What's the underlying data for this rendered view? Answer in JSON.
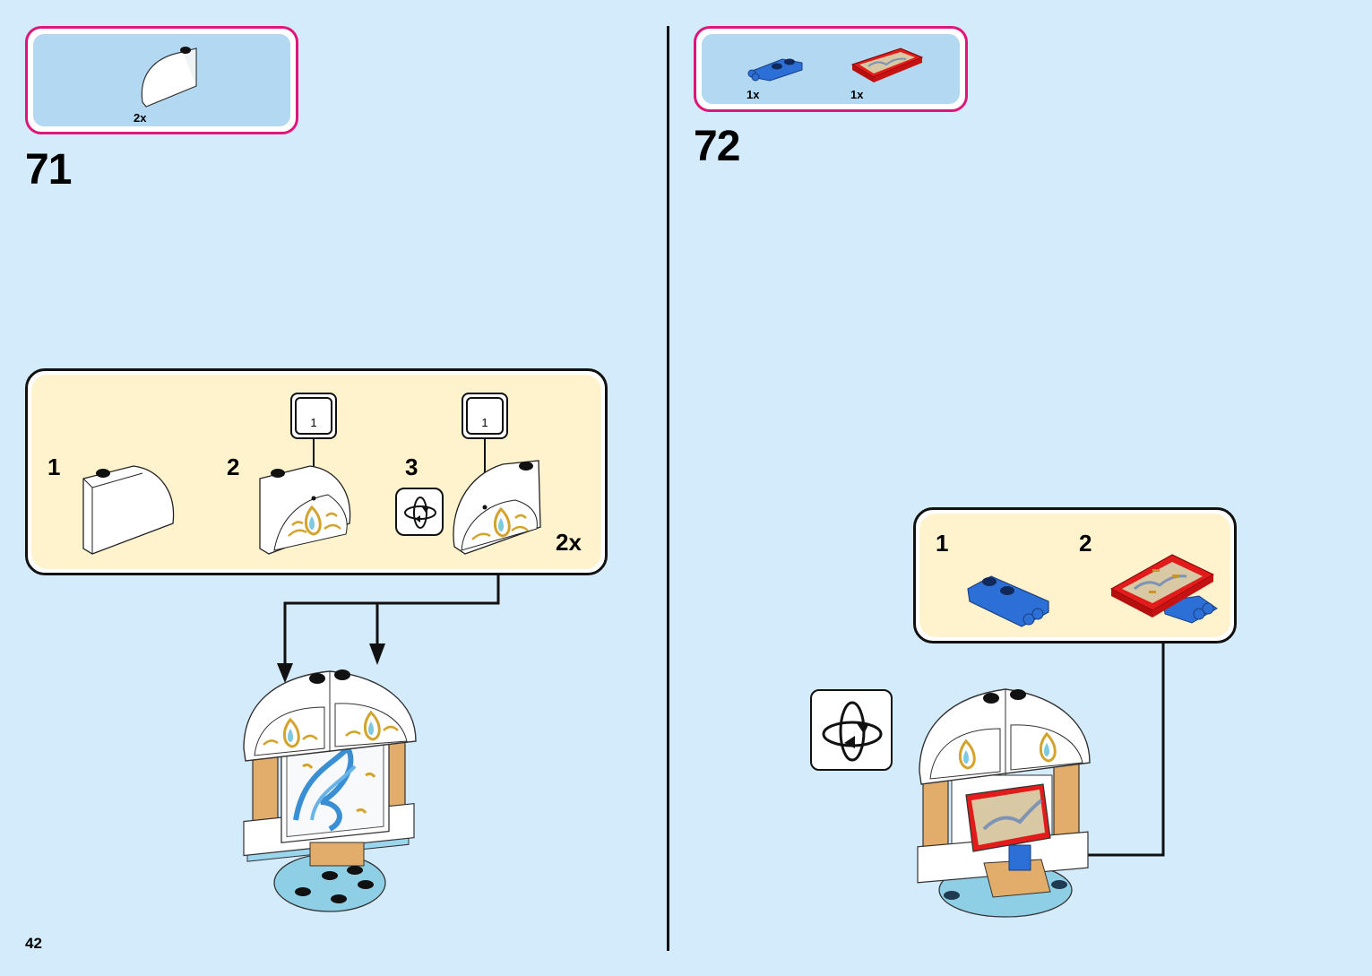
{
  "page": {
    "number": "42",
    "background_color": "#d4ebfb",
    "accent_color": "#e0157a",
    "subassembly_bg_color": "#fef3cd"
  },
  "steps": [
    {
      "number": "71",
      "parts_list": [
        {
          "part": "white-curved-brick-icon",
          "quantity": "2x"
        }
      ],
      "subassembly": {
        "substeps": [
          {
            "number": "1",
            "part": "white-curved-brick"
          },
          {
            "number": "2",
            "part": "white-curved-brick-with-sticker",
            "sticker_callout": "1"
          },
          {
            "number": "3",
            "part": "white-curved-brick-with-sticker-rotated",
            "sticker_callout": "1",
            "rotate_icon": true
          }
        ],
        "multiplier": "2x"
      },
      "result": "arch-frame-with-dragon-panel"
    },
    {
      "number": "72",
      "parts_list": [
        {
          "part": "blue-plate-with-clips-icon",
          "quantity": "1x"
        },
        {
          "part": "red-dragon-tile-icon",
          "quantity": "1x"
        }
      ],
      "subassembly": {
        "substeps": [
          {
            "number": "1",
            "part": "blue-plate-with-clips"
          },
          {
            "number": "2",
            "part": "red-dragon-tile-on-plate"
          }
        ]
      },
      "rotate_icon": true,
      "result": "arch-frame-with-dragon-map"
    }
  ]
}
